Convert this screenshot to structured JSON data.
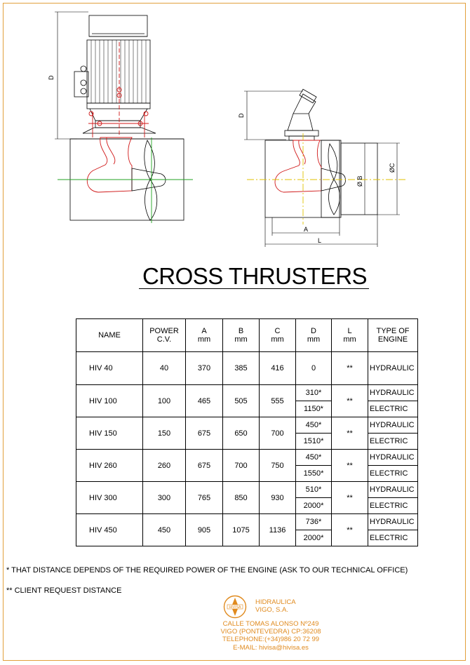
{
  "drawing": {
    "left_view": {
      "dimension_labels": [
        "D"
      ]
    },
    "right_view": {
      "dimension_labels": [
        "D",
        "ØC",
        "Ø B",
        "A",
        "L"
      ]
    }
  },
  "title": "CROSS THRUSTERS",
  "table": {
    "headers": [
      {
        "line1": "NAME",
        "line2": ""
      },
      {
        "line1": "POWER",
        "line2": "C.V."
      },
      {
        "line1": "A",
        "line2": "mm"
      },
      {
        "line1": "B",
        "line2": "mm"
      },
      {
        "line1": "C",
        "line2": "mm"
      },
      {
        "line1": "D",
        "line2": "mm"
      },
      {
        "line1": "L",
        "line2": "mm"
      },
      {
        "line1": "TYPE OF",
        "line2": "ENGINE"
      }
    ],
    "rows": [
      {
        "name": "HIV 40",
        "power": "40",
        "a": "370",
        "b": "385",
        "c": "416",
        "l": "**",
        "variants": [
          {
            "d": "0",
            "engine": "HYDRAULIC"
          }
        ]
      },
      {
        "name": "HIV 100",
        "power": "100",
        "a": "465",
        "b": "505",
        "c": "555",
        "l": "**",
        "variants": [
          {
            "d": "310*",
            "engine": "HYDRAULIC"
          },
          {
            "d": "1150*",
            "engine": "ELECTRIC"
          }
        ]
      },
      {
        "name": "HIV 150",
        "power": "150",
        "a": "675",
        "b": "650",
        "c": "700",
        "l": "**",
        "variants": [
          {
            "d": "450*",
            "engine": "HYDRAULIC"
          },
          {
            "d": "1510*",
            "engine": "ELECTRIC"
          }
        ]
      },
      {
        "name": "HIV 260",
        "power": "260",
        "a": "675",
        "b": "700",
        "c": "750",
        "l": "**",
        "variants": [
          {
            "d": "450*",
            "engine": "HYDRAULIC"
          },
          {
            "d": "1550*",
            "engine": "ELECTRIC"
          }
        ]
      },
      {
        "name": "HIV 300",
        "power": "300",
        "a": "765",
        "b": "850",
        "c": "930",
        "l": "**",
        "variants": [
          {
            "d": "510*",
            "engine": "HYDRAULIC"
          },
          {
            "d": "2000*",
            "engine": "ELECTRIC"
          }
        ]
      },
      {
        "name": "HIV 450",
        "power": "450",
        "a": "905",
        "b": "1075",
        "c": "1136",
        "l": "**",
        "variants": [
          {
            "d": "736*",
            "engine": "HYDRAULIC"
          },
          {
            "d": "2000*",
            "engine": "ELECTRIC"
          }
        ]
      }
    ]
  },
  "notes": [
    "* THAT DISTANCE DEPENDS OF THE REQUIRED POWER OF THE ENGINE (ASK TO OUR TECHNICAL OFFICE)",
    "** CLIENT REQUEST DISTANCE"
  ],
  "company": {
    "logo_text": "HIVISA",
    "name_line1": "HIDRAULICA",
    "name_line2": "VIGO, S.A.",
    "address_line1": "CALLE TOMAS ALONSO Nº249",
    "address_line2": "VIGO (PONTEVEDRA)  CP:36208",
    "telephone": "TELEPHONE:(+34)986 20 72 99",
    "email": "E-MAIL: hivisa@hivisa.es",
    "brand_color": "#e08a1e"
  }
}
